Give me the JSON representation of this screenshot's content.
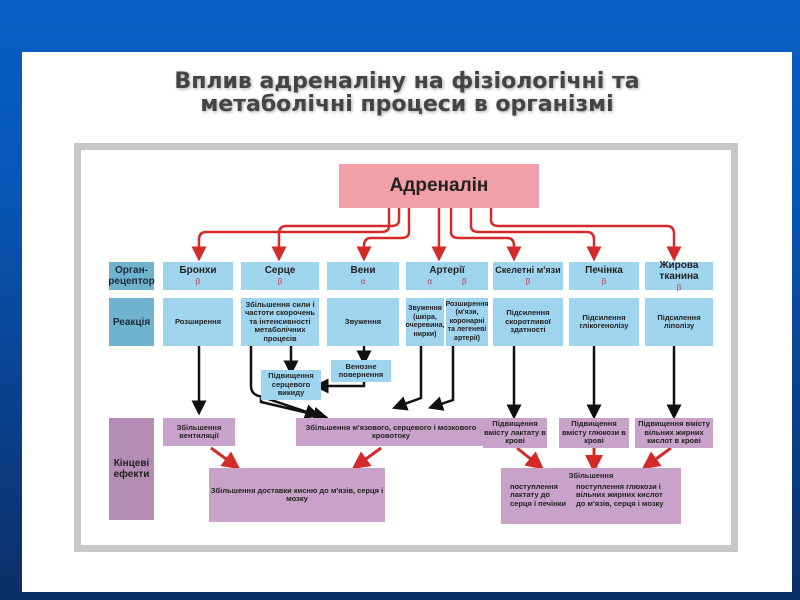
{
  "title": {
    "line1": "Вплив адреналіну на фізіологічні та",
    "line2": "метаболічні процеси в організмі"
  },
  "root": "Адреналін",
  "row_labels": {
    "receptor": "Орган-\nрецептор",
    "reaction": "Реакція",
    "effects": "Кінцеві\nефекти"
  },
  "organs": [
    {
      "name": "Бронхи",
      "receptor": "β"
    },
    {
      "name": "Серце",
      "receptor": "β"
    },
    {
      "name": "Вени",
      "receptor": "α"
    },
    {
      "name": "Артерії",
      "receptor_a": "α",
      "receptor_b": "β"
    },
    {
      "name": "Скелетні м'язи",
      "receptor": "β"
    },
    {
      "name": "Печінка",
      "receptor": "β"
    },
    {
      "name": "Жирова тканина",
      "receptor": "β"
    }
  ],
  "reactions": {
    "bronchi": "Розширення",
    "heart": "Збільшення сили і частоти скорочень та інтенсивності метаболічних процесів",
    "veins": "Звуження",
    "arteries_a": "Звуження (шкіра, очеревина, нирки)",
    "arteries_b": "Розширення (м'язи, коронарні та легеневі артерії)",
    "muscle": "Підсилення скоротливої здатності",
    "liver": "Підсилення глікогенолізу",
    "fat": "Підсилення ліполізу"
  },
  "intermediate": {
    "venous_return": "Венозне повернення",
    "cardiac_output": "Підвищення серцевого викиду"
  },
  "effects": {
    "ventilation": "Збільшення вентиляції",
    "blood_flow": "Збільшення м'язового, серцевого і мозкового кровотоку",
    "lactate": "Підвищення вмісту лактату в крові",
    "glucose": "Підвищення вмісту глюкози в крові",
    "fatty_acids": "Підвищення вмісту вільних жирних кислот в крові",
    "oxygen": "Збільшення доставки кисню до м'язів, серця і мозку",
    "increase_title": "Збільшення",
    "increase_left": "поступлення лактату до серця і печінки",
    "increase_right": "поступлення глюкози і вільних жирних кислот до м'язів, серця і мозку"
  },
  "colors": {
    "root": "#f2a0a8",
    "organ": "#9fd4ee",
    "effect": "#c8a2c8",
    "arrow_red": "#d42a2a",
    "arrow_black": "#111111"
  }
}
